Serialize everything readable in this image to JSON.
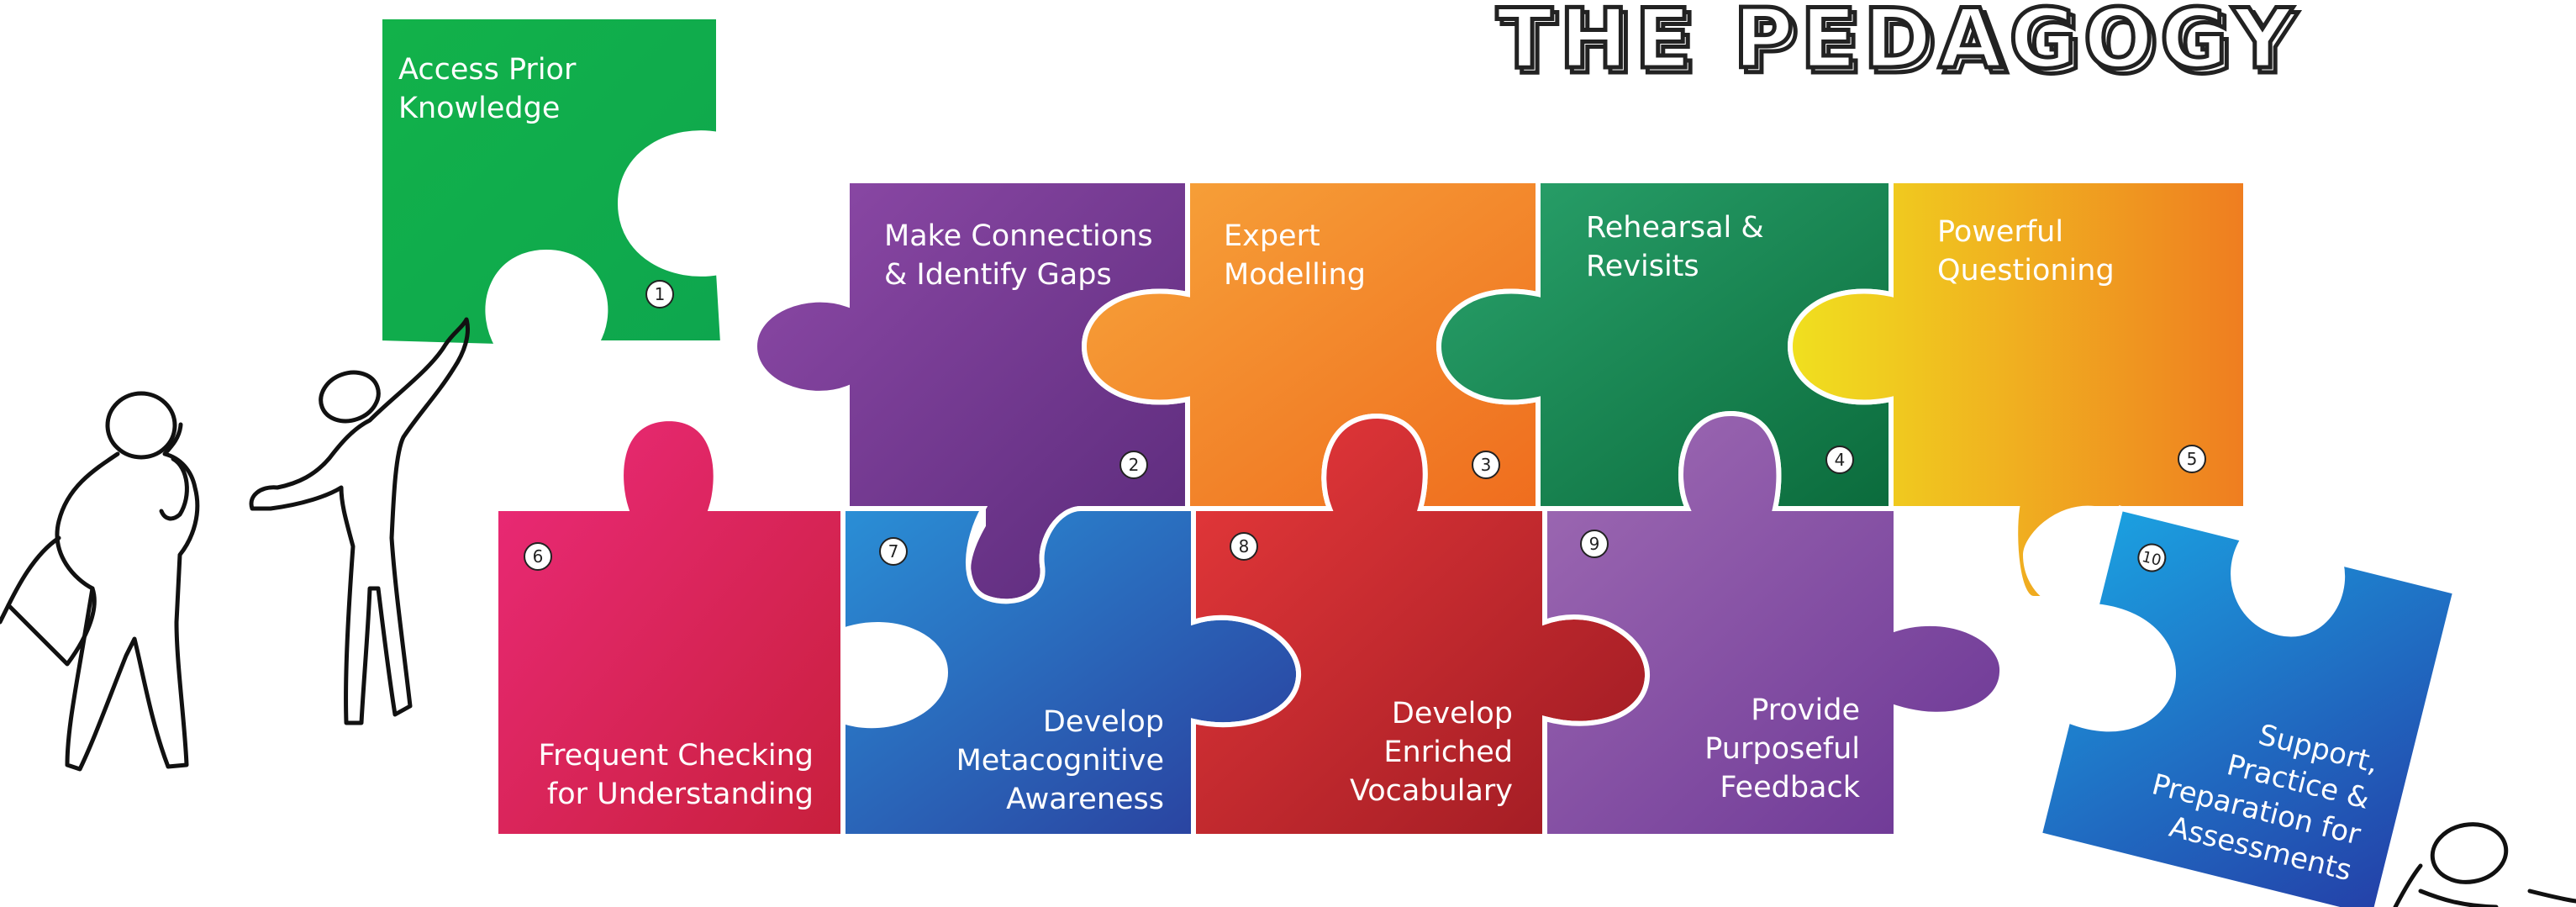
{
  "title": "THE PEDAGOGY",
  "pieces": [
    {
      "number": "1",
      "lines": [
        "Access Prior",
        "Knowledge"
      ],
      "color_from": "#12b24a",
      "color_to": "#0ea64e"
    },
    {
      "number": "2",
      "lines": [
        "Make Connections",
        "& Identify Gaps"
      ],
      "color_from": "#8e4aa8",
      "color_to": "#5a2a7a"
    },
    {
      "number": "3",
      "lines": [
        "Expert",
        "Modelling"
      ],
      "color_from": "#f7a53b",
      "color_to": "#ef6d1e"
    },
    {
      "number": "4",
      "lines": [
        "Rehearsal &",
        "Revisits"
      ],
      "color_from": "#2aa36c",
      "color_to": "#0b6b3c"
    },
    {
      "number": "5",
      "lines": [
        "Powerful",
        "Questioning"
      ],
      "color_from": "#f0e01f",
      "color_to": "#ef7d20"
    },
    {
      "number": "6",
      "lines": [
        "Frequent Checking",
        "for Understanding"
      ],
      "color_from": "#ec2a7a",
      "color_to": "#c8203c"
    },
    {
      "number": "7",
      "lines": [
        "Develop",
        "Metacognitive",
        "Awareness"
      ],
      "color_from": "#2a8fd6",
      "color_to": "#2a3a9a"
    },
    {
      "number": "8",
      "lines": [
        "Develop",
        "Enriched",
        "Vocabulary"
      ],
      "color_from": "#e8393b",
      "color_to": "#9c1a22"
    },
    {
      "number": "9",
      "lines": [
        "Provide",
        "Purposeful",
        "Feedback"
      ],
      "color_from": "#a06cb4",
      "color_to": "#6a3594"
    },
    {
      "number": "10",
      "lines": [
        "Support,",
        "Practice &",
        "Preparation for",
        "Assessments"
      ],
      "color_from": "#1ba0e0",
      "color_to": "#2440a8"
    }
  ]
}
